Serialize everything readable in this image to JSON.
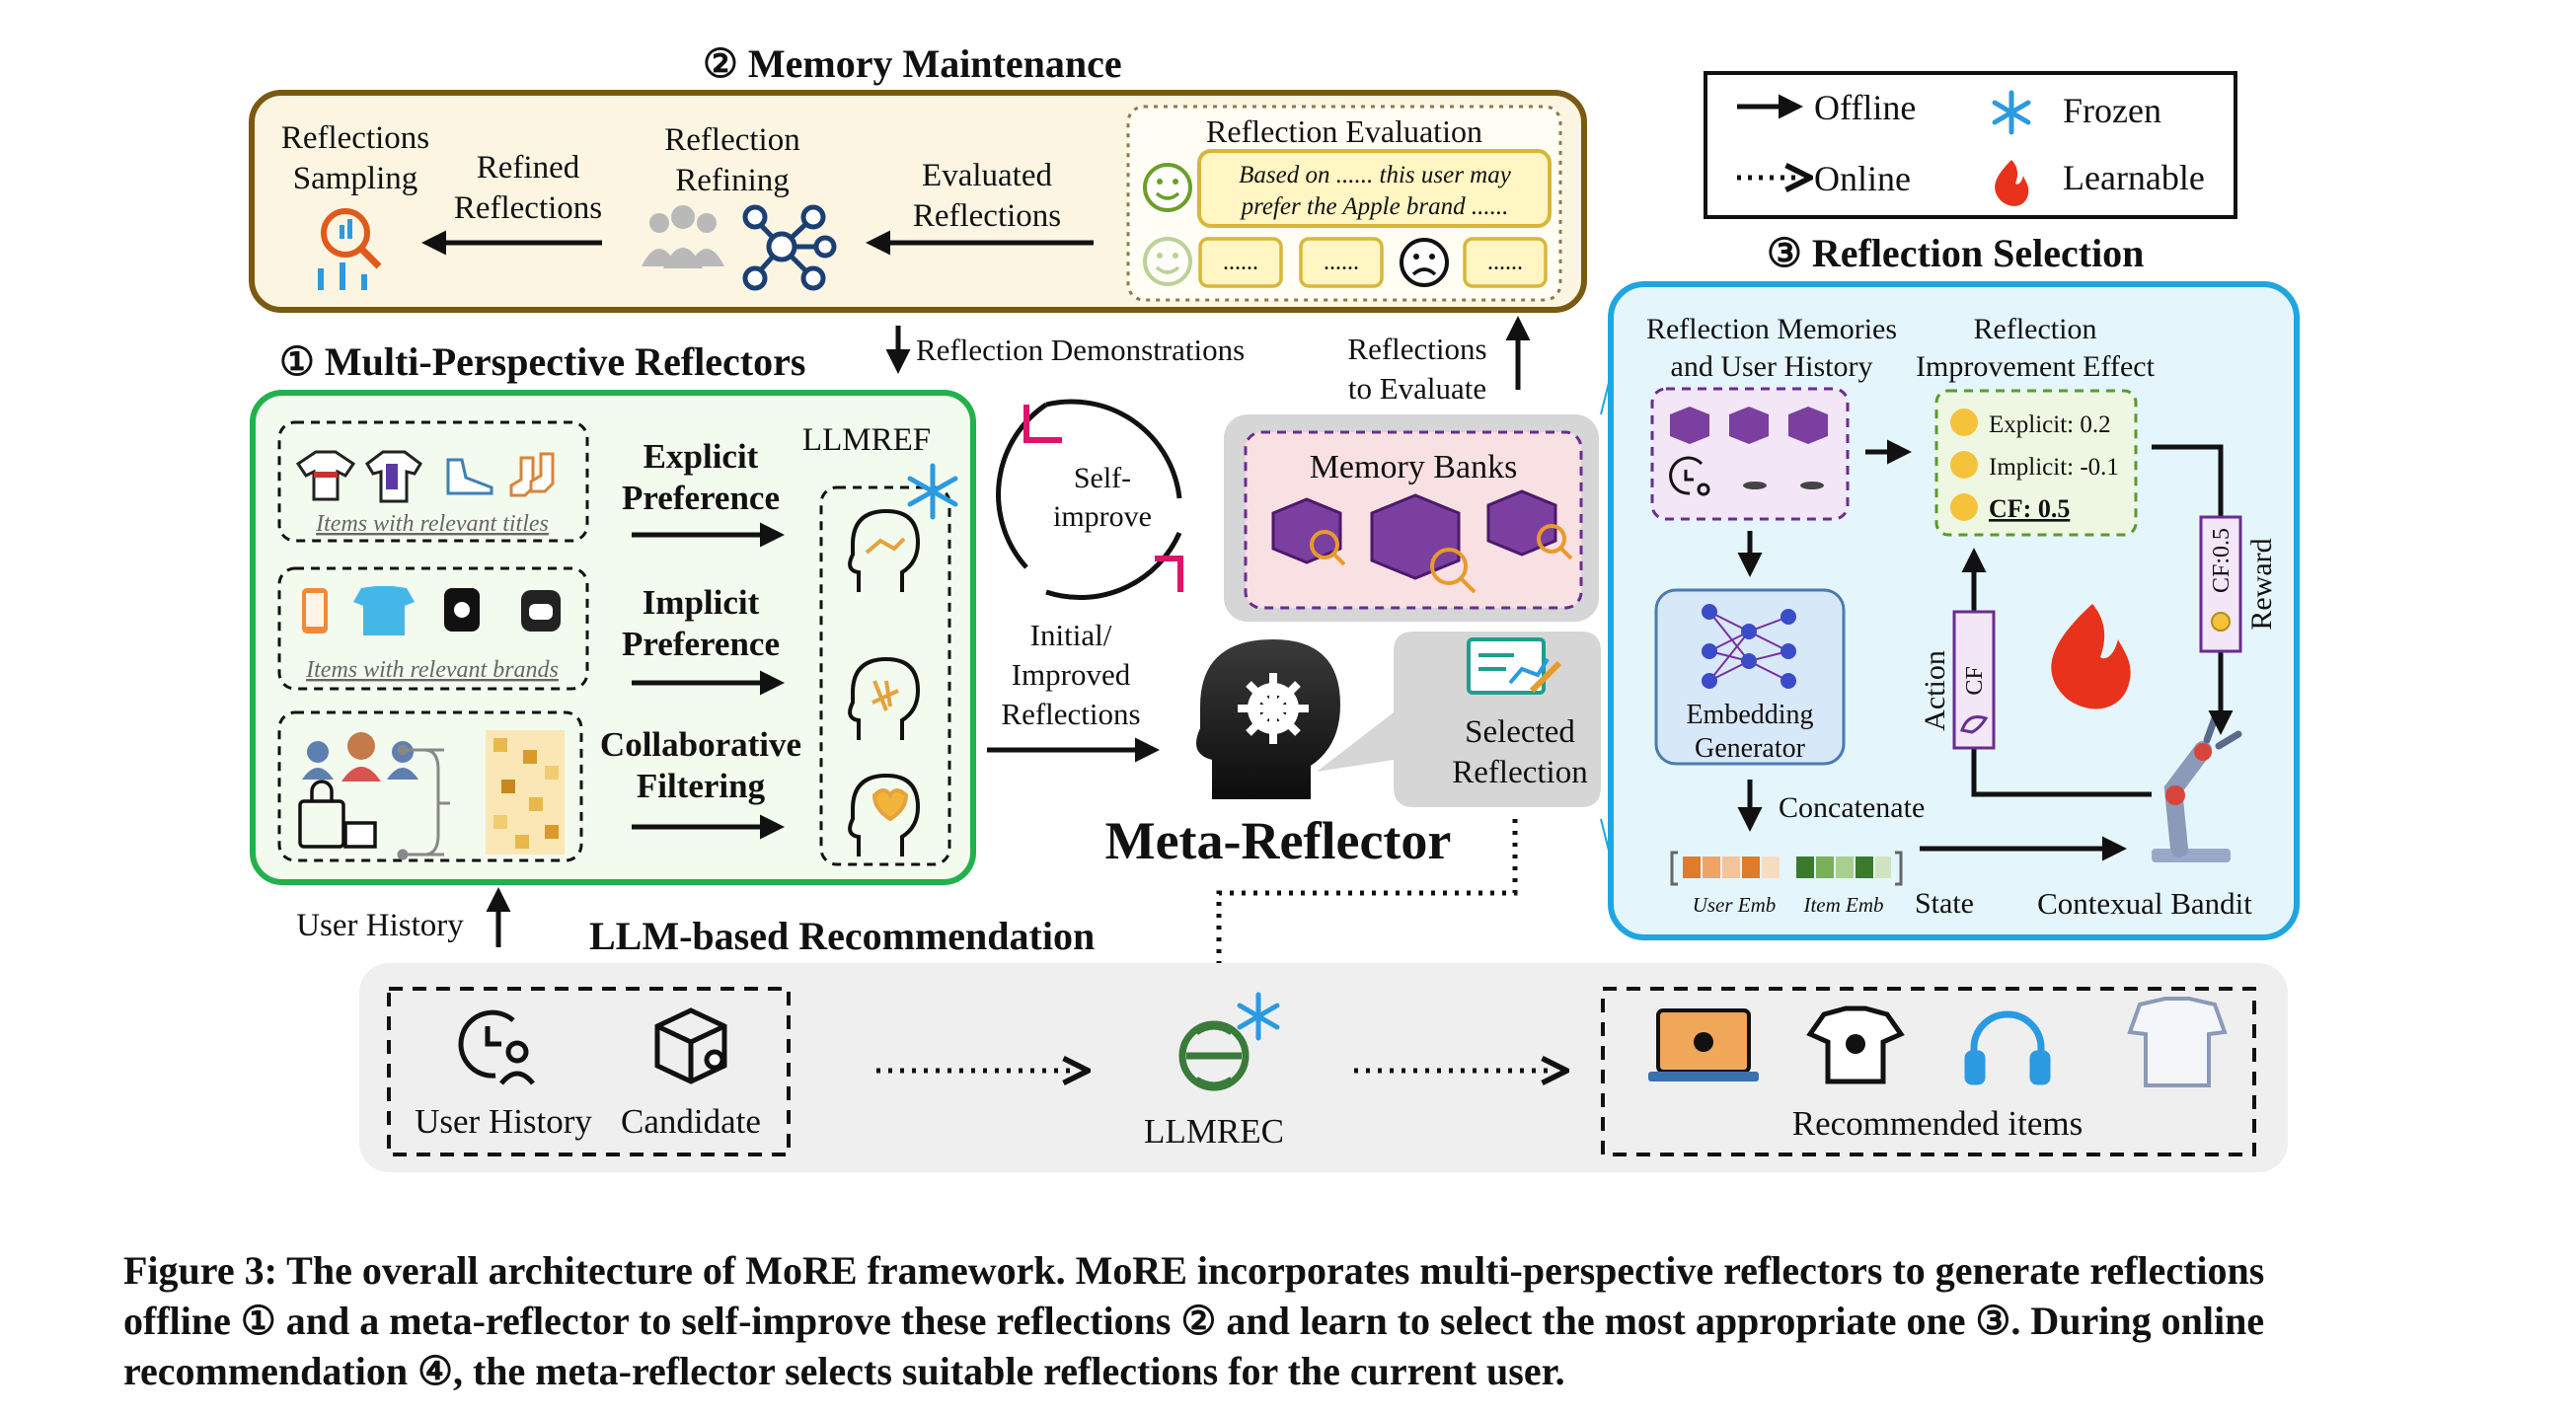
{
  "memory_maintenance": {
    "title": "② Memory Maintenance",
    "reflections_sampling": [
      "Reflections",
      "Sampling"
    ],
    "refined_reflections": [
      "Refined",
      "Reflections"
    ],
    "reflection_refining": [
      "Reflection",
      "Refining"
    ],
    "evaluated_reflections": [
      "Evaluated",
      "Reflections"
    ],
    "evaluation_title": "Reflection Evaluation",
    "evaluation_example": [
      "Based on ...... this user may",
      "prefer the Apple brand ......"
    ],
    "dots": "......"
  },
  "legend": {
    "offline": "Offline",
    "online": "Online",
    "frozen": "Frozen",
    "learnable": "Learnable"
  },
  "reflectors": {
    "title": "① Multi-Perspective Reflectors",
    "items_titles": "Items with relevant titles",
    "items_brands": "Items with relevant brands",
    "explicit": [
      "Explicit",
      "Preference"
    ],
    "implicit": [
      "Implicit",
      "Preference"
    ],
    "collaborative": [
      "Collaborative",
      "Filtering"
    ],
    "llmref": "LLMREF"
  },
  "middle": {
    "reflection_demonstrations": "Reflection Demonstrations",
    "reflections_to_evaluate": [
      "Reflections",
      "to Evaluate"
    ],
    "self_improve": [
      "Self-",
      "improve"
    ],
    "memory_banks": "Memory Banks",
    "initial_improved": [
      "Initial/",
      "Improved",
      "Reflections"
    ],
    "selected_reflection": [
      "Selected",
      "Reflection"
    ],
    "meta_reflector": "Meta-Reflector",
    "user_history_up": "User History"
  },
  "selection": {
    "title": "③ Reflection Selection",
    "memories_history": [
      "Reflection Memories",
      "and User History"
    ],
    "improvement_effect": [
      "Reflection",
      "Improvement Effect"
    ],
    "explicit_val": "Explicit: 0.2",
    "implicit_val": "Implicit: -0.1",
    "cf_val": "CF: 0.5",
    "embedding_generator": [
      "Embedding",
      "Generator"
    ],
    "concatenate": "Concatenate",
    "user_emb": "User Emb",
    "item_emb": "Item Emb",
    "state": "State",
    "contextual_bandit": "Contexual Bandit",
    "action": "Action",
    "cf": "CF",
    "cf_reward": "CF:0.5",
    "reward": "Reward"
  },
  "recommendation": {
    "title": "LLM-based Recommendation",
    "user_history": "User History",
    "candidate": "Candidate",
    "llmrec": "LLMREC",
    "recommended_items": "Recommended items"
  },
  "caption": [
    "Figure 3: The overall architecture of MoRE framework. MoRE incorporates multi-perspective reflectors to generate reflections",
    "offline ① and a meta-reflector to self-improve these reflections ② and learn to select the most appropriate one ③. During online",
    "recommendation ④, the meta-reflector selects suitable reflections for the current user."
  ],
  "colors": {
    "memory_border": "#7a5a12",
    "memory_fill": "#fbf5e2",
    "reflector_border": "#22b14c",
    "reflector_fill": "#f3faee",
    "selection_border": "#1fa6e0",
    "selection_fill": "#e4f5fc",
    "purple": "#6a2c91",
    "magenta": "#e0136b",
    "flame": "#e8321c",
    "frozen_blue": "#2b9ae0"
  }
}
